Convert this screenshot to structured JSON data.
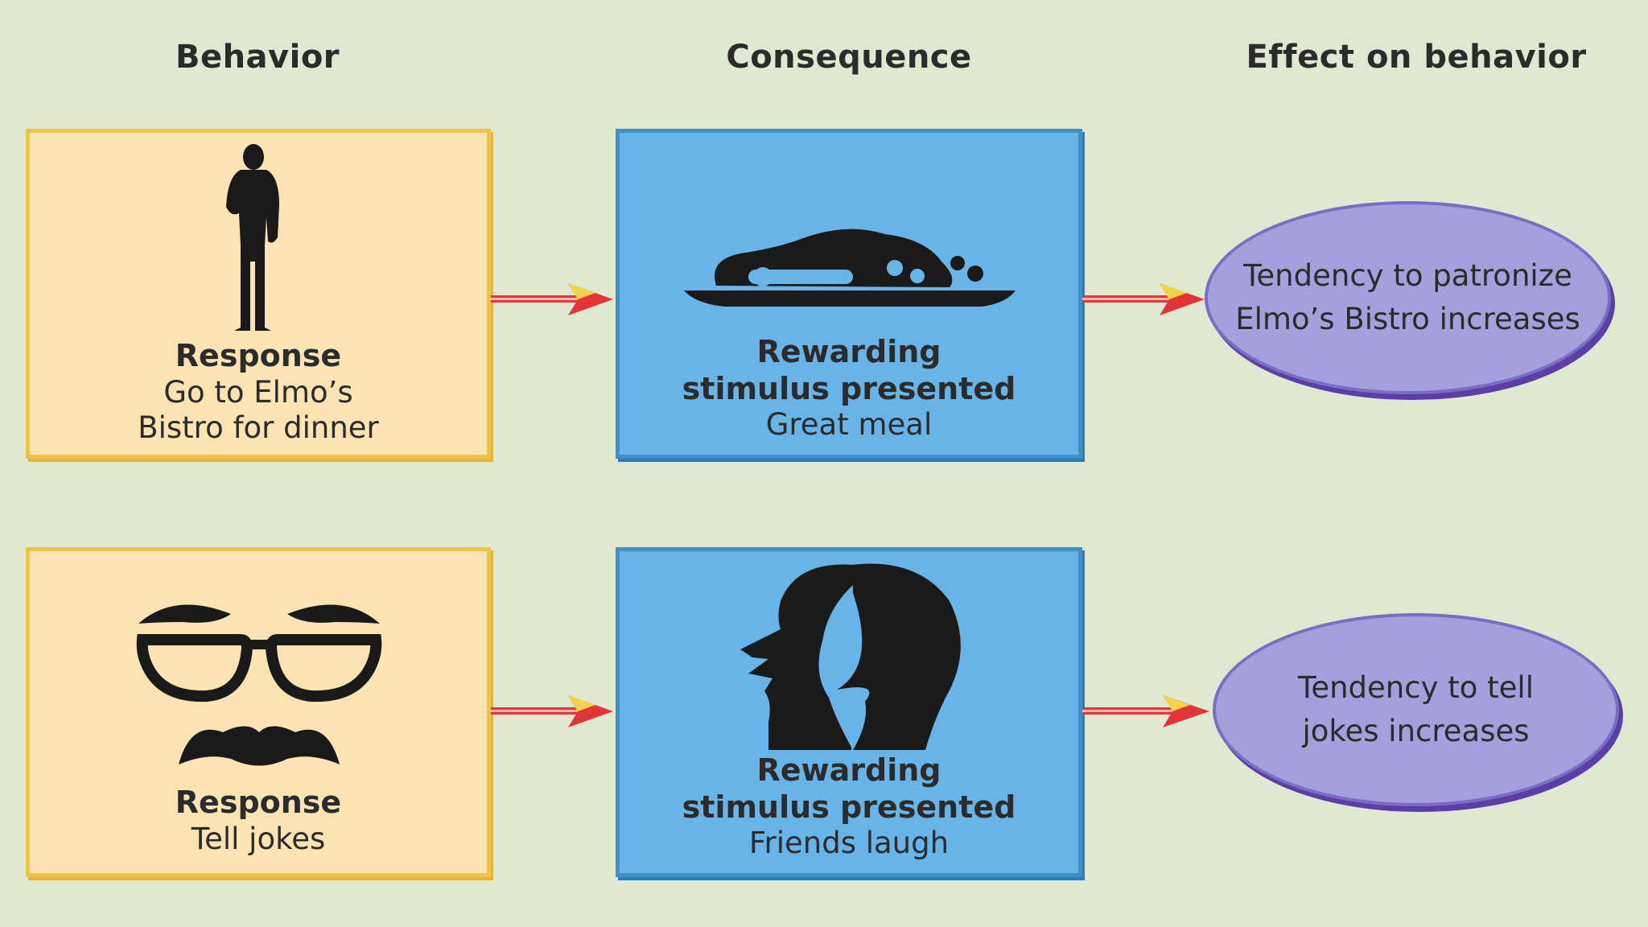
{
  "headers": {
    "behavior": "Behavior",
    "consequence": "Consequence",
    "effect": "Effect on behavior"
  },
  "rows": [
    {
      "behavior": {
        "title": "Response",
        "line1": "Go to Elmo’s",
        "line2": "Bistro for dinner",
        "icon": "person-silhouette-icon"
      },
      "consequence": {
        "title_line1": "Rewarding",
        "title_line2": "stimulus presented",
        "detail": "Great meal",
        "icon": "roast-on-platter-icon"
      },
      "effect": {
        "line1": "Tendency to patronize",
        "line2": "Elmo’s Bistro increases"
      }
    },
    {
      "behavior": {
        "title": "Response",
        "line1": "Tell jokes",
        "icon": "groucho-glasses-mustache-icon"
      },
      "consequence": {
        "title_line1": "Rewarding",
        "title_line2": "stimulus presented",
        "detail": "Friends laugh",
        "icon": "laughing-faces-icon"
      },
      "effect": {
        "line1": "Tendency to tell",
        "line2": "jokes increases"
      }
    }
  ],
  "colors": {
    "background": "#dfe8d0",
    "behavior_box": "#fbe3b4",
    "behavior_border": "#efc34a",
    "consequence_box": "#68b4e8",
    "effect_oval": "#a4a0dc",
    "effect_shadow": "#5d3ea6",
    "arrow": "#e2353a"
  }
}
